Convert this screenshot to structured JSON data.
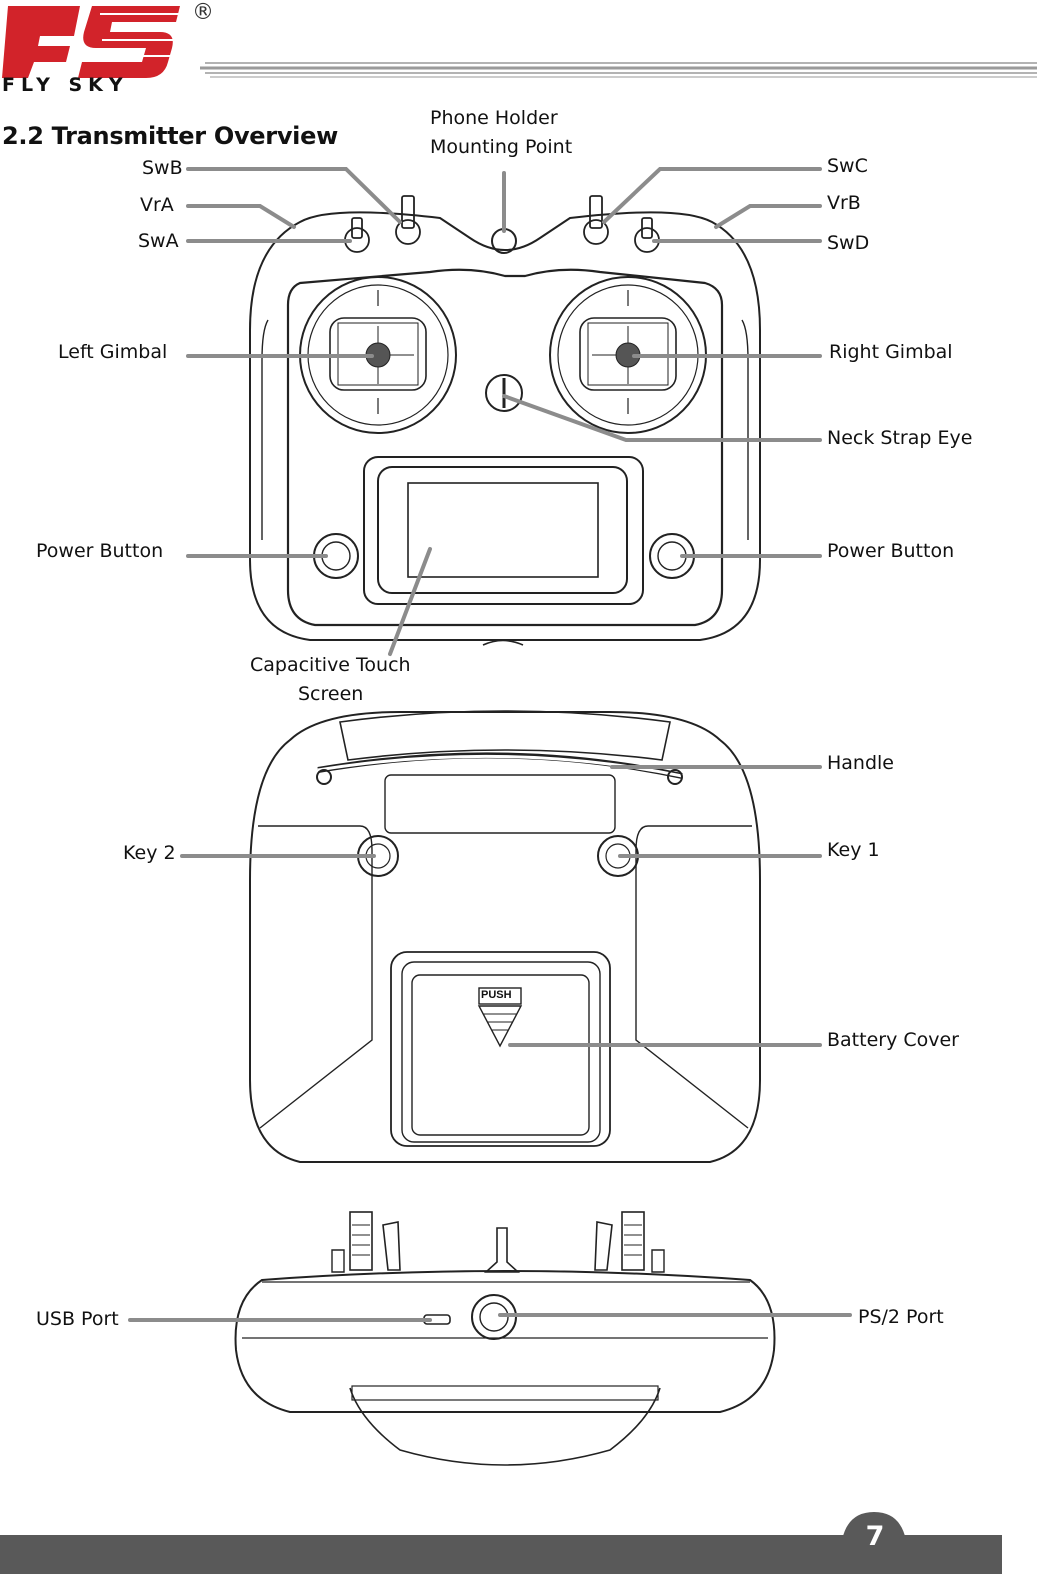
{
  "brand": {
    "logo_letters": "FS",
    "logo_word": "FLY SKY",
    "registered": "®"
  },
  "section_title": "2.2 Transmitter Overview",
  "front_view": {
    "labels": {
      "phone_holder_line1": "Phone Holder",
      "phone_holder_line2": "Mounting Point",
      "swb": "SwB",
      "vra": "VrA",
      "swa": "SwA",
      "swc": "SwC",
      "vrb": "VrB",
      "swd": "SwD",
      "left_gimbal": "Left Gimbal",
      "right_gimbal": "Right Gimbal",
      "neck_strap_eye": "Neck Strap Eye",
      "power_button_left": "Power Button",
      "power_button_right": "Power Button",
      "touch_screen_line1": "Capacitive Touch",
      "touch_screen_line2": "Screen"
    }
  },
  "back_view": {
    "labels": {
      "handle": "Handle",
      "key2": "Key 2",
      "key1": "Key 1",
      "battery_cover": "Battery Cover",
      "push": "PUSH"
    }
  },
  "top_view": {
    "labels": {
      "usb_port": "USB Port",
      "ps2_port": "PS/2 Port"
    }
  },
  "footer": {
    "page_number": "7"
  },
  "colors": {
    "brand_red": "#d2232a",
    "leader_gray": "#8c8c8c",
    "footer_bar": "#595959",
    "line": "#222222"
  }
}
